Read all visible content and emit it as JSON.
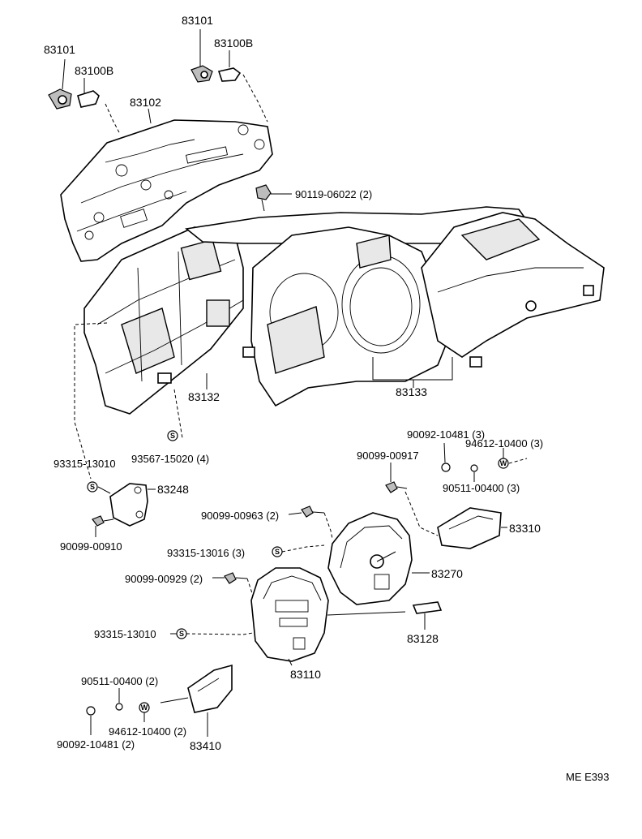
{
  "labels": {
    "l83101_left": "83101",
    "l83100b_left": "83100B",
    "l83101_top": "83101",
    "l83100b_top": "83100B",
    "l83102": "83102",
    "l90119": "90119-06022 (2)",
    "l83132": "83132",
    "l83133": "83133",
    "l93567": "93567-15020 (4)",
    "l93315_13010_a": "93315-13010",
    "l83248": "83248",
    "l90099_00910": "90099-00910",
    "l90092_top": "90092-10481 (3)",
    "l90099_00917": "90099-00917",
    "l94612_top": "94612-10400 (3)",
    "l90511_top": "90511-00400 (3)",
    "l90099_00963": "90099-00963 (2)",
    "l83310": "83310",
    "l93315_13016": "93315-13016 (3)",
    "l83270": "83270",
    "l90099_00929": "90099-00929 (2)",
    "l93315_13010_b": "93315-13010",
    "l83128": "83128",
    "l83110": "83110",
    "l90511_bottom": "90511-00400 (2)",
    "l94612_bottom": "94612-10400 (2)",
    "l90092_bottom": "90092-10481 (2)",
    "l83410": "83410",
    "ref": "ME E393"
  },
  "symbols": {
    "s": "S",
    "w": "W"
  },
  "icons": {
    "bulb_socket": "bulb-socket-icon",
    "screw": "screw-icon",
    "nut": "nut-icon",
    "washer": "washer-icon"
  }
}
